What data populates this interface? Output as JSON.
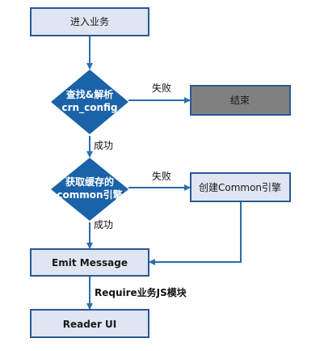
{
  "nodes": {
    "start": {
      "label": "进入业务"
    },
    "decision_config": {
      "line1": "查找&解析",
      "line2": "crn_config"
    },
    "end": {
      "label": "结束"
    },
    "decision_cache": {
      "line1": "获取缓存的",
      "line2": "common引擎"
    },
    "create_common": {
      "label": "创建Common引擎"
    },
    "emit_message": {
      "label": "Emit Message"
    },
    "reader_ui": {
      "label": "Reader UI"
    }
  },
  "edges": {
    "config_fail": "失败",
    "config_success": "成功",
    "cache_fail": "失败",
    "cache_success": "成功",
    "require_module": "Require业务JS模块"
  },
  "colors": {
    "box_fill": "#dde6f1",
    "box_stroke": "#2b5797",
    "diamond_fill": "#1b63a9",
    "end_fill": "#808080",
    "end_stroke": "#2b5797",
    "arrow": "#2b6cb0"
  }
}
